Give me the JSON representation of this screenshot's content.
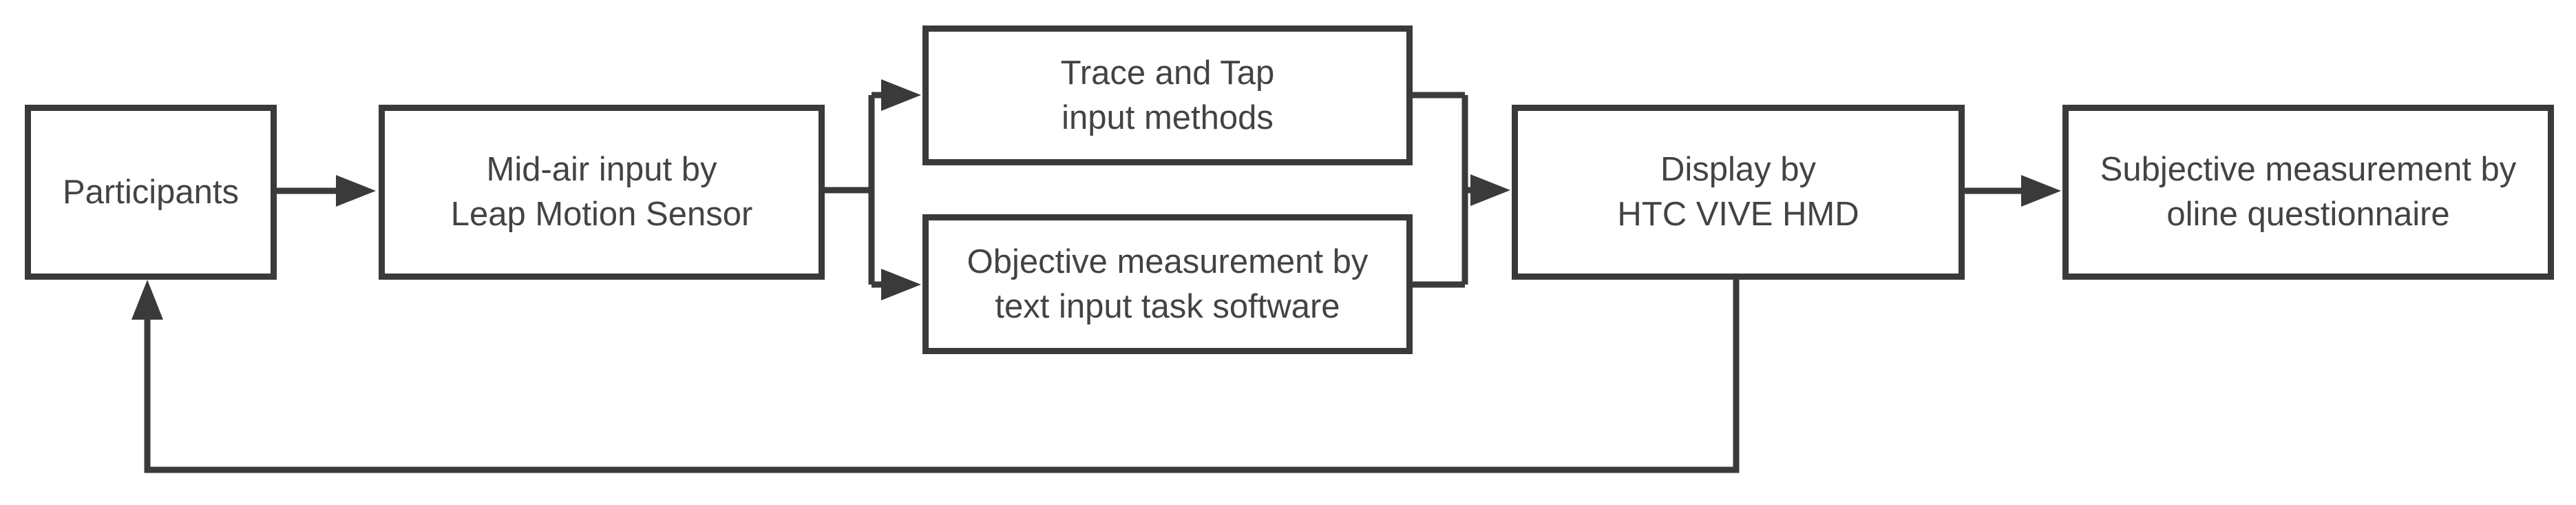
{
  "diagram": {
    "background_color": "#ffffff",
    "line_color": "#3a3a3c",
    "text_color": "#434345",
    "nodes": [
      {
        "id": "participants",
        "lines": [
          "Participants"
        ]
      },
      {
        "id": "mid-air-input",
        "lines": [
          "Mid-air input by",
          "Leap Motion Sensor"
        ]
      },
      {
        "id": "trace-tap",
        "lines": [
          "Trace and Tap",
          "input methods"
        ]
      },
      {
        "id": "objective-measurement",
        "lines": [
          "Objective measurement by",
          "text input task software"
        ]
      },
      {
        "id": "display-hmd",
        "lines": [
          "Display by",
          "HTC VIVE HMD"
        ]
      },
      {
        "id": "subjective-measurement",
        "lines": [
          "Subjective measurement by",
          "oline questionnaire"
        ]
      }
    ],
    "edges": [
      {
        "from": "participants",
        "to": "mid-air-input",
        "type": "forward"
      },
      {
        "from": "mid-air-input",
        "to": "trace-tap",
        "type": "branch"
      },
      {
        "from": "mid-air-input",
        "to": "objective-measurement",
        "type": "branch"
      },
      {
        "from": "trace-tap",
        "to": "display-hmd",
        "type": "merge"
      },
      {
        "from": "objective-measurement",
        "to": "display-hmd",
        "type": "merge"
      },
      {
        "from": "display-hmd",
        "to": "subjective-measurement",
        "type": "forward"
      },
      {
        "from": "display-hmd",
        "to": "participants",
        "type": "feedback-loop"
      }
    ]
  }
}
